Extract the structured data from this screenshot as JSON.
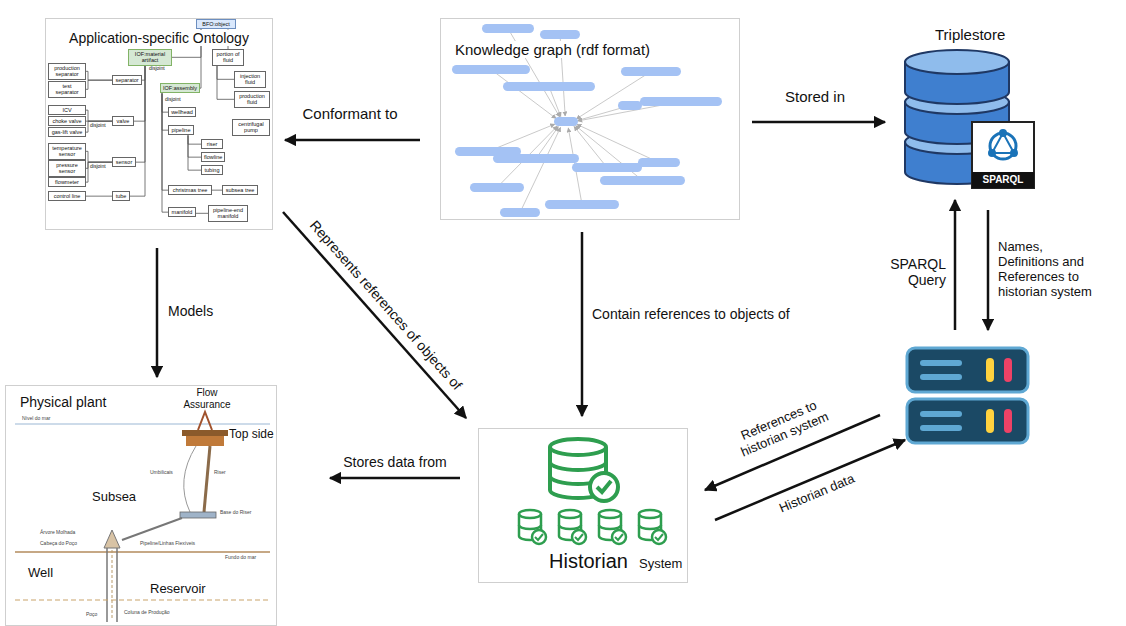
{
  "diagram": {
    "nodes": [
      {
        "text": [
          "Application-specific Ontology"
        ]
      },
      {
        "text": [
          "BFO:object"
        ],
        "in": 0
      },
      {
        "text": [
          "IOF:material artifact"
        ],
        "in": 0
      },
      {
        "text": [
          "production separator"
        ],
        "in": 0
      },
      {
        "text": [
          "test separator"
        ],
        "in": 0
      },
      {
        "text": [
          "separator"
        ],
        "in": 0
      },
      {
        "text": [
          "ICV"
        ],
        "in": 0
      },
      {
        "text": [
          "choke valve"
        ],
        "in": 0
      },
      {
        "text": [
          "gas-lift valve"
        ],
        "in": 0
      },
      {
        "text": [
          "valve"
        ],
        "in": 0
      },
      {
        "text": [
          "temperature sensor"
        ],
        "in": 0
      },
      {
        "text": [
          "pressure sensor"
        ],
        "in": 0
      },
      {
        "text": [
          "flowmeter"
        ],
        "in": 0
      },
      {
        "text": [
          "sensor"
        ],
        "in": 0
      },
      {
        "text": [
          "control line"
        ],
        "in": 0
      },
      {
        "text": [
          "tube"
        ],
        "in": 0
      },
      {
        "text": [
          "IOF:assembly"
        ],
        "in": 0
      },
      {
        "text": [
          "wellhead"
        ],
        "in": 0
      },
      {
        "text": [
          "pipeline"
        ],
        "in": 0
      },
      {
        "text": [
          "riser"
        ],
        "in": 0
      },
      {
        "text": [
          "flowline"
        ],
        "in": 0
      },
      {
        "text": [
          "tubing"
        ],
        "in": 0
      },
      {
        "text": [
          "christmas tree"
        ],
        "in": 0
      },
      {
        "text": [
          "subsea tree"
        ],
        "in": 0
      },
      {
        "text": [
          "manifold"
        ],
        "in": 0
      },
      {
        "text": [
          "pipeline-end manifold"
        ],
        "in": 0
      },
      {
        "text": [
          "portion of fluid"
        ],
        "in": 0
      },
      {
        "text": [
          "injection fluid"
        ],
        "in": 0
      },
      {
        "text": [
          "production fluid"
        ],
        "in": 0
      },
      {
        "text": [
          "centrifugal pump"
        ],
        "in": 0
      },
      {
        "text": [
          "Knowledge graph (rdf format)"
        ]
      },
      {
        "text": [
          "Triplestore"
        ]
      },
      {
        "text": []
      },
      {
        "text": [
          "Physical plant"
        ]
      },
      {
        "text": [
          "Historian",
          "System"
        ]
      }
    ],
    "edges": [
      {
        "from": 30,
        "to": 0,
        "arrow": "to",
        "label": "Conformant to"
      },
      {
        "from": 30,
        "to": 31,
        "arrow": "to",
        "label": "Stored in"
      },
      {
        "from": 0,
        "to": 33,
        "arrow": "to",
        "label": "Models"
      },
      {
        "from": 0,
        "to": 34,
        "arrow": "to",
        "label": "Represents references of objects of"
      },
      {
        "from": 30,
        "to": 34,
        "arrow": "to",
        "label": "Contain references to objects of"
      },
      {
        "from": 34,
        "to": 33,
        "arrow": "to",
        "label": "Stores data from"
      },
      {
        "from": 32,
        "to": 31,
        "arrow": "to",
        "label": "SPARQL Query"
      },
      {
        "from": 31,
        "to": 32,
        "arrow": "to",
        "label": "Names, Definitions and References to historian system"
      },
      {
        "from": 32,
        "to": 34,
        "arrow": "to",
        "label": "References to historian system"
      },
      {
        "from": 34,
        "to": 32,
        "arrow": "to",
        "label": "Historian data"
      },
      {
        "from": 1,
        "to": 2,
        "arrow": "none"
      },
      {
        "from": 1,
        "to": 16,
        "arrow": "none"
      },
      {
        "from": 1,
        "to": 26,
        "arrow": "none"
      },
      {
        "from": 2,
        "to": 5,
        "arrow": "none"
      },
      {
        "from": 2,
        "to": 9,
        "arrow": "none"
      },
      {
        "from": 2,
        "to": 13,
        "arrow": "none"
      },
      {
        "from": 2,
        "to": 15,
        "arrow": "none"
      },
      {
        "from": 5,
        "to": 3,
        "arrow": "none"
      },
      {
        "from": 5,
        "to": 4,
        "arrow": "none"
      },
      {
        "from": 9,
        "to": 6,
        "arrow": "none"
      },
      {
        "from": 9,
        "to": 7,
        "arrow": "none"
      },
      {
        "from": 9,
        "to": 8,
        "arrow": "none"
      },
      {
        "from": 13,
        "to": 10,
        "arrow": "none"
      },
      {
        "from": 13,
        "to": 11,
        "arrow": "none"
      },
      {
        "from": 13,
        "to": 12,
        "arrow": "none"
      },
      {
        "from": 15,
        "to": 14,
        "arrow": "none"
      },
      {
        "from": 16,
        "to": 17,
        "arrow": "none"
      },
      {
        "from": 16,
        "to": 18,
        "arrow": "none"
      },
      {
        "from": 16,
        "to": 22,
        "arrow": "none"
      },
      {
        "from": 16,
        "to": 24,
        "arrow": "none"
      },
      {
        "from": 18,
        "to": 19,
        "arrow": "none"
      },
      {
        "from": 18,
        "to": 20,
        "arrow": "none"
      },
      {
        "from": 18,
        "to": 21,
        "arrow": "none"
      },
      {
        "from": 22,
        "to": 23,
        "arrow": "none"
      },
      {
        "from": 24,
        "to": 25,
        "arrow": "none"
      },
      {
        "from": 26,
        "to": 27,
        "arrow": "none"
      },
      {
        "from": 26,
        "to": 28,
        "arrow": "none"
      }
    ],
    "labels": [
      "disjoint",
      "disjoint",
      "disjoint",
      "disjoint",
      "SPARQL",
      "Flow Assurance",
      "Top side",
      "Subsea",
      "Well",
      "Reservoir",
      "Nível do mar",
      "Umbilicais",
      "Riser",
      "Base do Riser",
      "Pipeline/Linhas Flexíveis",
      "Fundo do mar",
      "Árvore Molhada",
      "Cabeça do Poço",
      "Coluna de Produção",
      "Poço"
    ]
  }
}
